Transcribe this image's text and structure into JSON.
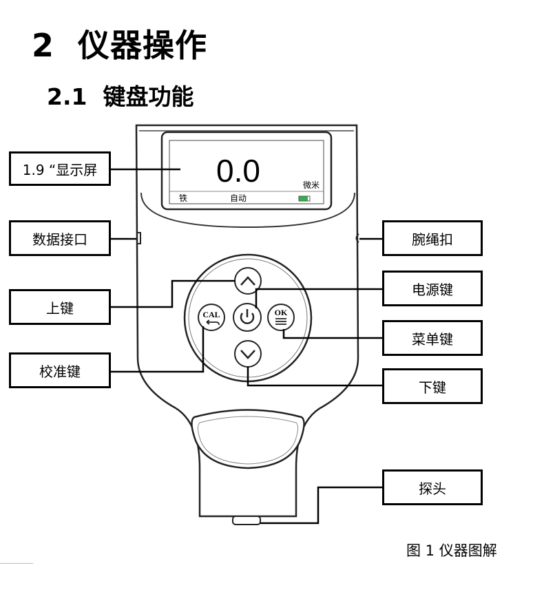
{
  "heading": {
    "number": "2",
    "title": "仪器操作"
  },
  "subheading": {
    "number": "2.1",
    "title": "键盘功能"
  },
  "display": {
    "reading": "0.0",
    "unit": "微米",
    "material": "铁",
    "mode": "自动"
  },
  "buttons": {
    "cal": "CAL",
    "ok": "OK"
  },
  "callouts": {
    "screen": "1.9 “显示屏",
    "data_port": "数据接口",
    "up_key": "上键",
    "calibrate_key": "校准键",
    "wrist_strap": "腕绳扣",
    "power_key": "电源键",
    "menu_key": "菜单键",
    "down_key": "下键",
    "probe": "探头"
  },
  "caption": "图  1 仪器图解",
  "colors": {
    "battery": "#2db34a",
    "line": "#000000"
  }
}
